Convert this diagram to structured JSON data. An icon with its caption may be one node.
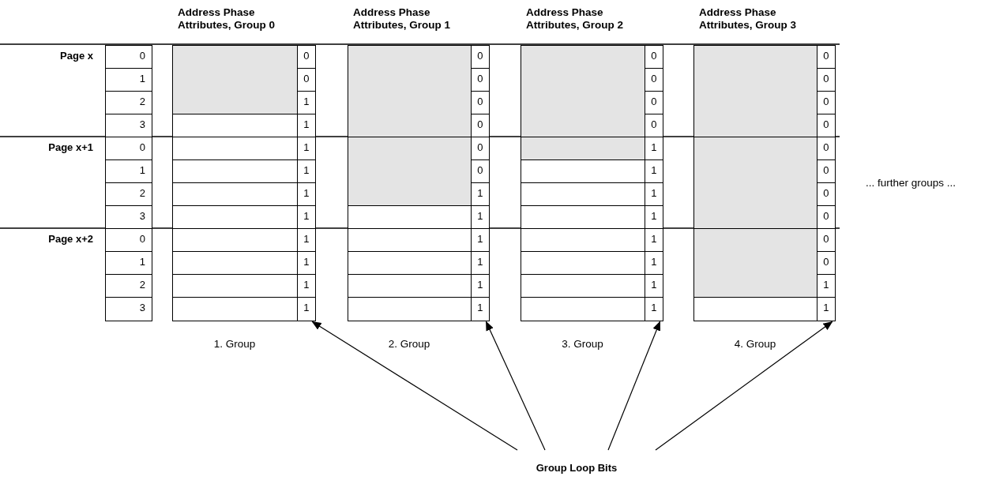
{
  "diagram": {
    "nodes": [
      {
        "text": [
          "0",
          "0",
          "1",
          "1",
          "1",
          "1",
          "1",
          "1",
          "1",
          "1",
          "1",
          "1"
        ]
      },
      {
        "text": [
          "0",
          "0",
          "0",
          "0",
          "0",
          "0",
          "1",
          "1",
          "1",
          "1",
          "1",
          "1"
        ]
      },
      {
        "text": [
          "0",
          "0",
          "0",
          "0",
          "1",
          "1",
          "1",
          "1",
          "1",
          "1",
          "1",
          "1"
        ]
      },
      {
        "text": [
          "0",
          "0",
          "0",
          "0",
          "0",
          "0",
          "0",
          "0",
          "0",
          "0",
          "1",
          "1"
        ]
      },
      {
        "text": [
          "Group Loop Bits"
        ]
      }
    ],
    "edges": [
      {
        "from": 4,
        "to": 0,
        "arrow": "to"
      },
      {
        "from": 4,
        "to": 1,
        "arrow": "to"
      },
      {
        "from": 4,
        "to": 2,
        "arrow": "to"
      },
      {
        "from": 4,
        "to": 3,
        "arrow": "to"
      }
    ],
    "labels": [
      "Address Phase Attributes, Group 0",
      "Address Phase Attributes, Group 1",
      "Address Phase Attributes, Group 2",
      "Address Phase Attributes, Group 3",
      "Page x",
      "0",
      "1",
      "2",
      "3",
      "Page x+1",
      "0",
      "1",
      "2",
      "3",
      "Page x+2",
      "0",
      "1",
      "2",
      "3",
      "1. Group",
      "2. Group",
      "3. Group",
      "4. Group",
      "... further groups ..."
    ]
  }
}
